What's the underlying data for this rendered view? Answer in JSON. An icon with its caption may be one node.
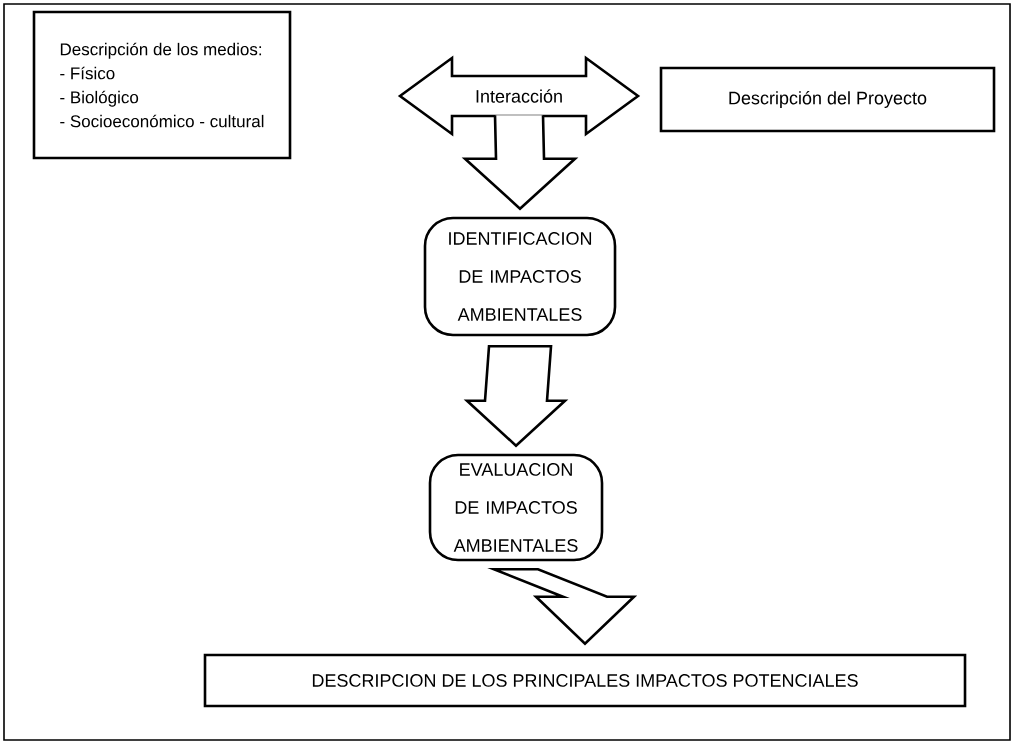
{
  "diagram": {
    "nodes": [
      {
        "text": [
          "Descripción de los medios:",
          "- Físico",
          "- Biológico",
          "- Socioeconómico - cultural"
        ]
      },
      {
        "text": [
          "Descripción del Proyecto"
        ]
      },
      {
        "text": [
          "Interacción"
        ]
      },
      {
        "text": [
          "IDENTIFICACION DE IMPACTOS AMBIENTALES"
        ]
      },
      {
        "text": [
          "EVALUACION DE IMPACTOS AMBIENTALES"
        ]
      },
      {
        "text": [
          "DESCRIPCION DE LOS PRINCIPALES IMPACTOS POTENCIALES"
        ]
      }
    ],
    "edges": [
      {
        "from": 2,
        "to": 3,
        "arrow": "to"
      },
      {
        "from": 3,
        "to": 4,
        "arrow": "to"
      },
      {
        "from": 4,
        "to": 5,
        "arrow": "to"
      }
    ]
  }
}
